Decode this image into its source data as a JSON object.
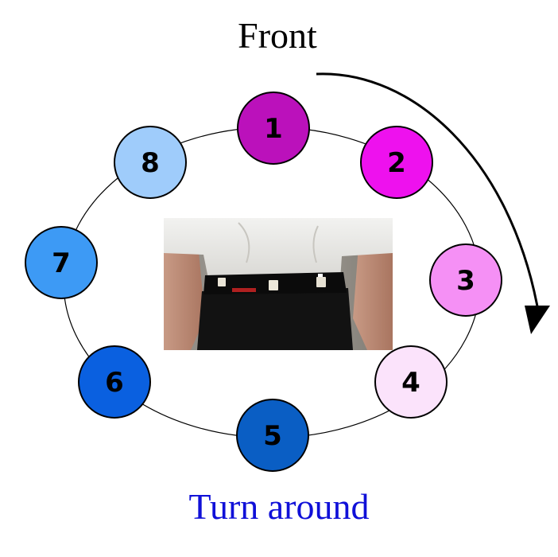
{
  "labels": {
    "front": "Front",
    "turn_around": "Turn around"
  },
  "photo": {
    "description_icon": "belt-sensors-photo"
  },
  "nodes": [
    {
      "label": "1",
      "color": "#bb11bb"
    },
    {
      "label": "2",
      "color": "#ee11ee"
    },
    {
      "label": "3",
      "color": "#f590f5"
    },
    {
      "label": "4",
      "color": "#fbe3fb"
    },
    {
      "label": "5",
      "color": "#0a5ec4"
    },
    {
      "label": "6",
      "color": "#0a60e0"
    },
    {
      "label": "7",
      "color": "#3d9af5"
    },
    {
      "label": "8",
      "color": "#9fccfb"
    }
  ]
}
